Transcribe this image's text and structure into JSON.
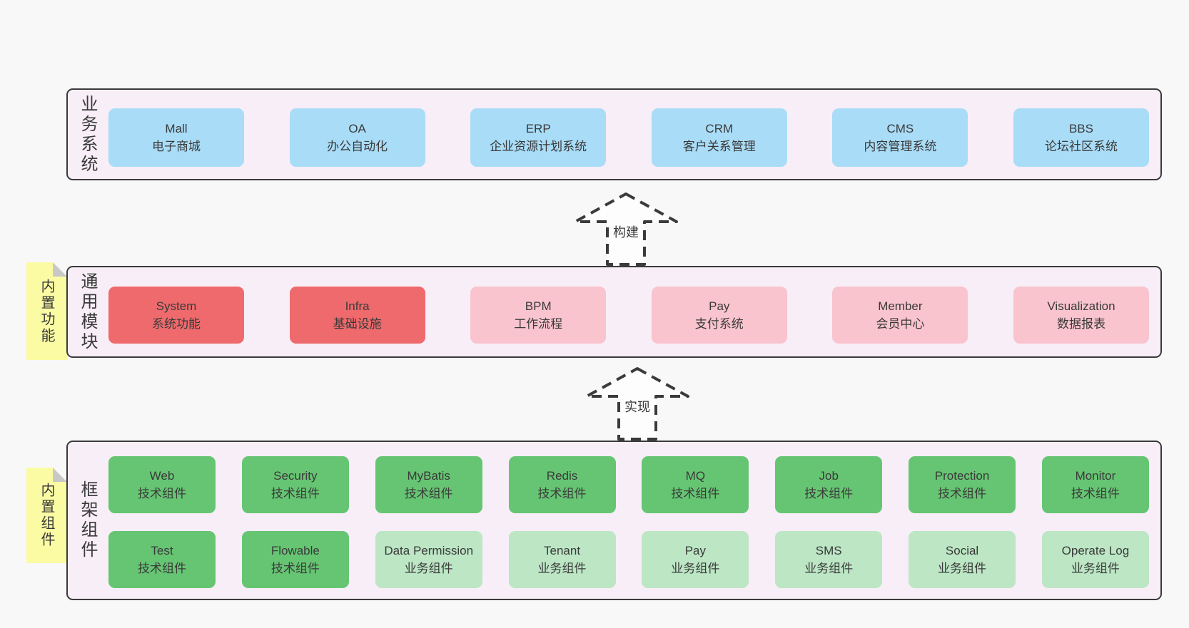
{
  "colors": {
    "page_bg": "#f8f8f8",
    "band_bg": "#f8eef7",
    "border": "#3a3a3a",
    "box_blue": "#a9dcf7",
    "box_red": "#ee6a6c",
    "box_pink": "#f9c4ce",
    "box_green": "#66c573",
    "box_lightgreen": "#bce6c4",
    "sticky_yellow": "#fbfba3",
    "sticky_fold_gray": "#c8c8c8"
  },
  "arrows": [
    {
      "label": "构建"
    },
    {
      "label": "实现"
    }
  ],
  "bands": [
    {
      "label": "业务系统",
      "boxes": [
        {
          "name": "Mall",
          "desc": "电子商城"
        },
        {
          "name": "OA",
          "desc": "办公自动化"
        },
        {
          "name": "ERP",
          "desc": "企业资源计划系统"
        },
        {
          "name": "CRM",
          "desc": "客户关系管理"
        },
        {
          "name": "CMS",
          "desc": "内容管理系统"
        },
        {
          "name": "BBS",
          "desc": "论坛社区系统"
        }
      ]
    },
    {
      "label": "通用模块",
      "sticky": "内置功能",
      "boxes": [
        {
          "name": "System",
          "desc": "系统功能"
        },
        {
          "name": "Infra",
          "desc": "基础设施"
        },
        {
          "name": "BPM",
          "desc": "工作流程"
        },
        {
          "name": "Pay",
          "desc": "支付系统"
        },
        {
          "name": "Member",
          "desc": "会员中心"
        },
        {
          "name": "Visualization",
          "desc": "数据报表"
        }
      ]
    },
    {
      "label": "框架组件",
      "sticky": "内置组件",
      "row1": [
        {
          "name": "Web",
          "desc": "技术组件"
        },
        {
          "name": "Security",
          "desc": "技术组件"
        },
        {
          "name": "MyBatis",
          "desc": "技术组件"
        },
        {
          "name": "Redis",
          "desc": "技术组件"
        },
        {
          "name": "MQ",
          "desc": "技术组件"
        },
        {
          "name": "Job",
          "desc": "技术组件"
        },
        {
          "name": "Protection",
          "desc": "技术组件"
        },
        {
          "name": "Monitor",
          "desc": "技术组件"
        }
      ],
      "row2": [
        {
          "name": "Test",
          "desc": "技术组件"
        },
        {
          "name": "Flowable",
          "desc": "技术组件"
        },
        {
          "name": "Data Permission",
          "desc": "业务组件"
        },
        {
          "name": "Tenant",
          "desc": "业务组件"
        },
        {
          "name": "Pay",
          "desc": "业务组件"
        },
        {
          "name": "SMS",
          "desc": "业务组件"
        },
        {
          "name": "Social",
          "desc": "业务组件"
        },
        {
          "name": "Operate Log",
          "desc": "业务组件"
        }
      ]
    }
  ]
}
